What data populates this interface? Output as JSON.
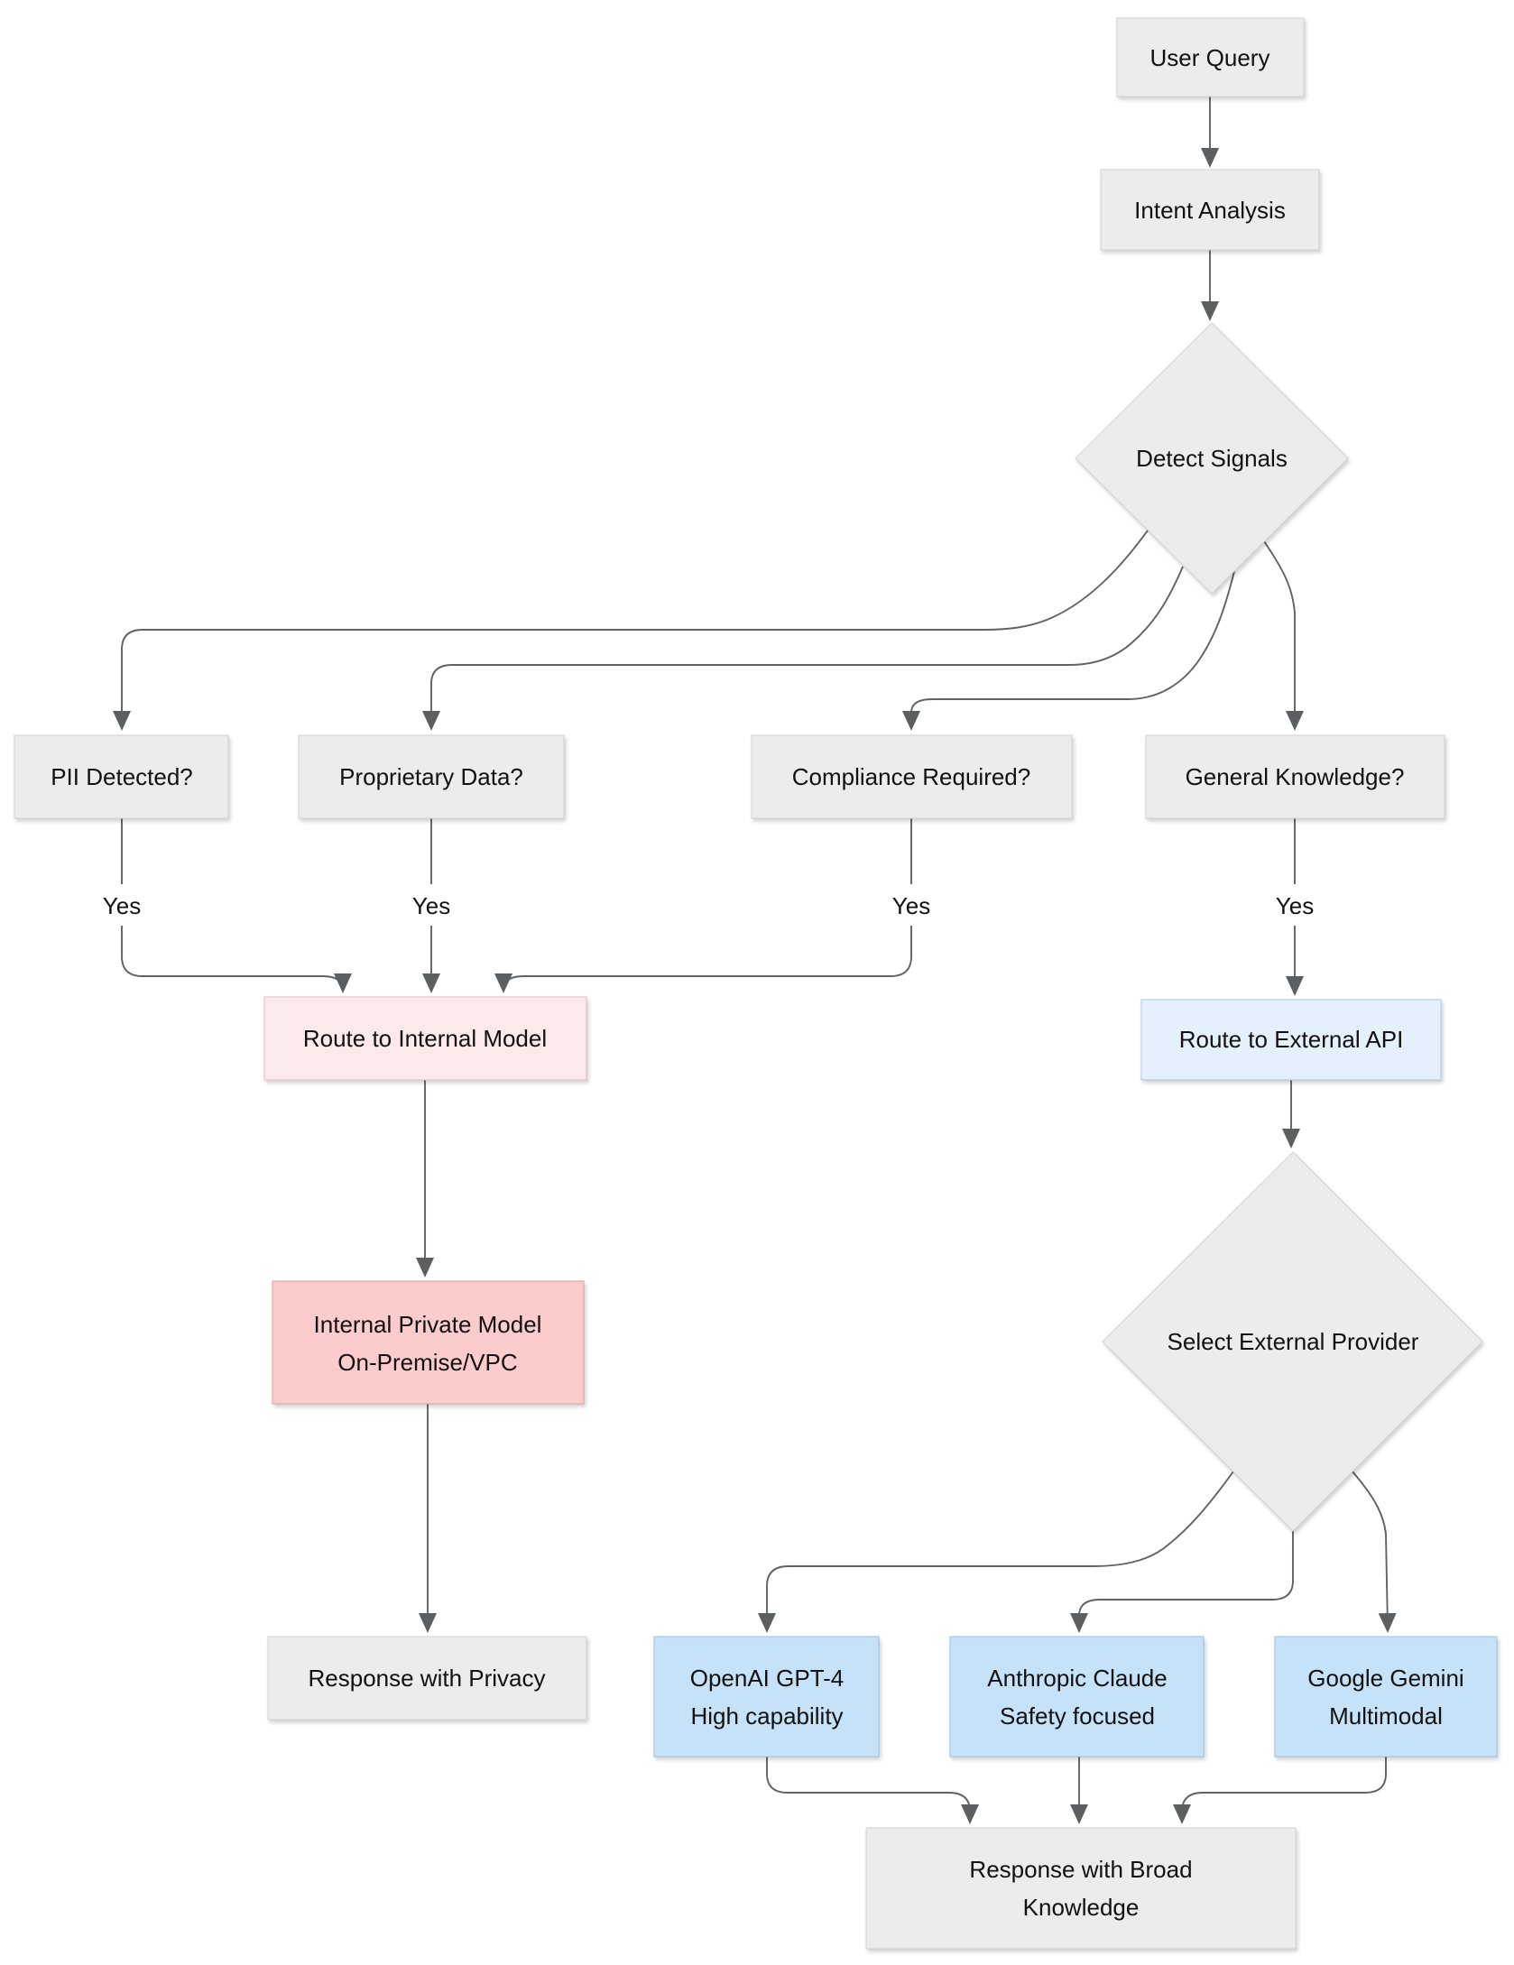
{
  "diagram": {
    "nodes": {
      "user_query": {
        "label": "User Query"
      },
      "intent_analysis": {
        "label": "Intent Analysis"
      },
      "detect_signals": {
        "label": "Detect Signals"
      },
      "pii": {
        "label": "PII Detected?"
      },
      "proprietary": {
        "label": "Proprietary Data?"
      },
      "compliance": {
        "label": "Compliance Required?"
      },
      "general": {
        "label": "General Knowledge?"
      },
      "route_internal": {
        "label": "Route to Internal Model"
      },
      "route_external": {
        "label": "Route to External API"
      },
      "internal_model": {
        "line1": "Internal Private Model",
        "line2": "On-Premise/VPC"
      },
      "select_provider": {
        "label": "Select External Provider"
      },
      "response_privacy": {
        "label": "Response with Privacy"
      },
      "openai": {
        "line1": "OpenAI GPT-4",
        "line2": "High capability"
      },
      "anthropic": {
        "line1": "Anthropic Claude",
        "line2": "Safety focused"
      },
      "google": {
        "line1": "Google Gemini",
        "line2": "Multimodal"
      },
      "response_broad": {
        "line1": "Response with Broad",
        "line2": "Knowledge"
      }
    },
    "edge_labels": {
      "yes": "Yes"
    },
    "colors": {
      "node_fill": "#ececec",
      "node_border": "#d2d2d2",
      "pink_light_fill": "#fce9e9",
      "pink_light_border": "#e6bcbc",
      "pink_fill": "#fccbcb",
      "pink_border": "#d9a0a0",
      "blue_light_fill": "#e4f0fb",
      "blue_light_border": "#a9c8e6",
      "blue_fill": "#c6e2f8",
      "blue_border": "#9cc0e4",
      "edge": "#5f6368",
      "arrow": "#5b5f62"
    }
  }
}
